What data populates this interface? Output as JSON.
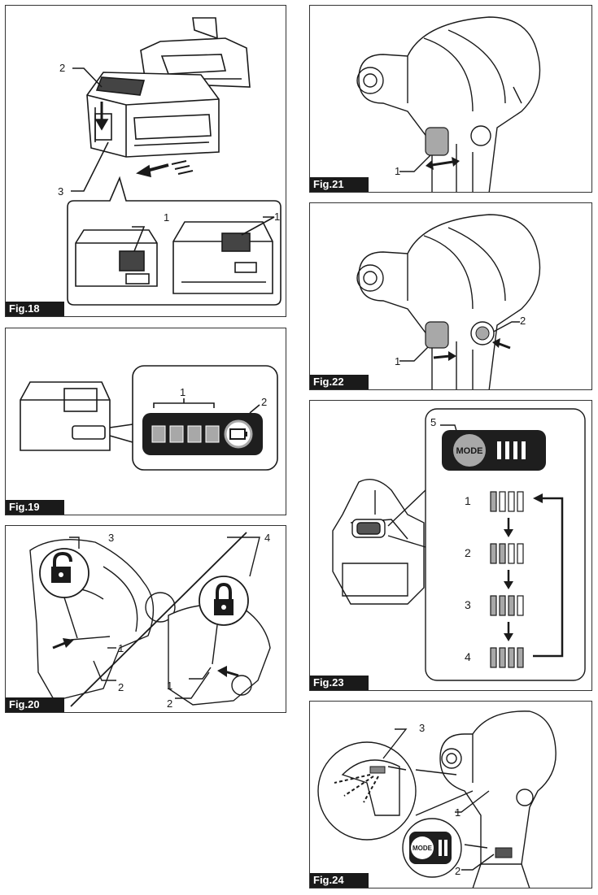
{
  "figures": {
    "fig18": {
      "label": "Fig.18",
      "callouts": {
        "c2": "2",
        "c3": "3",
        "c1a": "1",
        "c1b": "1"
      }
    },
    "fig19": {
      "label": "Fig.19",
      "callouts": {
        "c1": "1",
        "c2": "2"
      }
    },
    "fig20": {
      "label": "Fig.20",
      "callouts": {
        "c3": "3",
        "c4": "4",
        "c1a": "1",
        "c2a": "2",
        "c1b": "1",
        "c2b": "2"
      }
    },
    "fig21": {
      "label": "Fig.21",
      "callouts": {
        "c1": "1"
      }
    },
    "fig22": {
      "label": "Fig.22",
      "callouts": {
        "c1": "1",
        "c2": "2"
      }
    },
    "fig23": {
      "label": "Fig.23",
      "mode_text": "MODE",
      "callouts": {
        "c5": "5"
      },
      "steps": [
        {
          "label": "1",
          "filled_bars": 1
        },
        {
          "label": "2",
          "filled_bars": 2
        },
        {
          "label": "3",
          "filled_bars": 3
        },
        {
          "label": "4",
          "filled_bars": 4
        }
      ]
    },
    "fig24": {
      "label": "Fig.24",
      "mode_text": "MODE",
      "callouts": {
        "c3": "3",
        "c1": "1",
        "c2": "2"
      }
    }
  },
  "colors": {
    "ink": "#1a1a1a",
    "bar_fill": "#a8a8a8",
    "panel_dark": "#1e1e1e"
  }
}
